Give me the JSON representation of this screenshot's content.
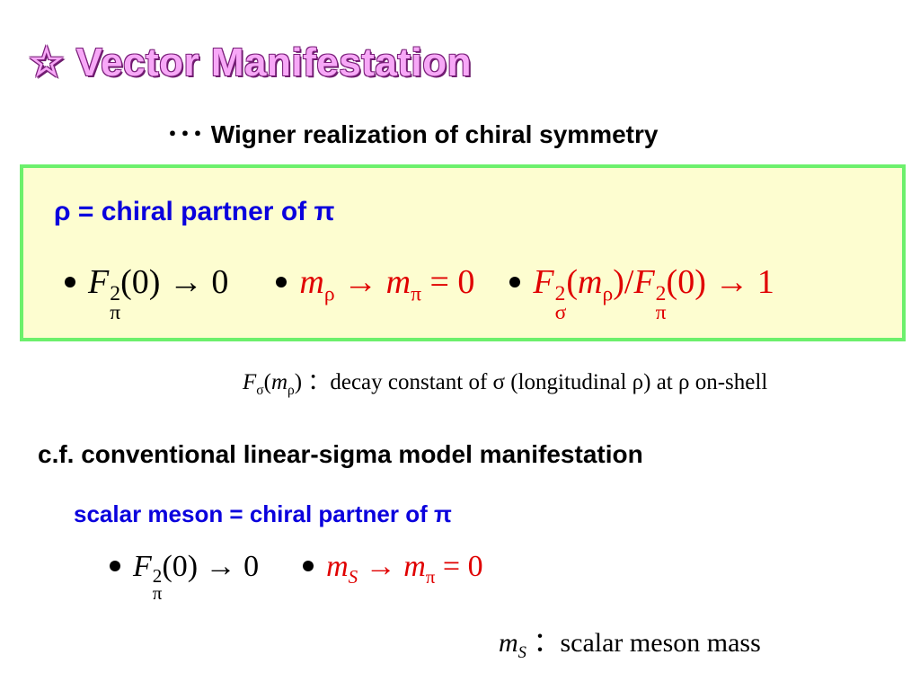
{
  "slide": {
    "title": "☆ Vector Manifestation",
    "subtitle": "･･･ Wigner realization of chiral symmetry"
  },
  "box": {
    "heading": "ρ = chiral partner of π",
    "formulas": {
      "f1_base": "F",
      "f1_sup": "2",
      "f1_sub": "π",
      "f1_rest": "(0) → 0",
      "f2_m1": "m",
      "f2_sub1": "ρ",
      "f2_mid": " → ",
      "f2_m2": "m",
      "f2_sub2": "π",
      "f2_rest": " = 0",
      "f3_base": "F",
      "f3_sup": "2",
      "f3_sub": "σ",
      "f3_mid1": "(",
      "f3_m": "m",
      "f3_msub": "ρ",
      "f3_mid2": ")/",
      "f3_base2": "F",
      "f3_sup2": "2",
      "f3_sub2": "π",
      "f3_rest": "(0) → 1"
    }
  },
  "note": {
    "f_base": "F",
    "f_sub": "σ",
    "m": "m",
    "m_sub": "ρ",
    "text": " ：decay constant of σ (longitudinal ρ) at ρ on-shell"
  },
  "cf": {
    "text": "c.f.  conventional linear-sigma model manifestation",
    "scalar_heading": "scalar meson = chiral partner of π",
    "formulas": {
      "f1_base": "F",
      "f1_sup": "2",
      "f1_sub": "π",
      "f1_rest": "(0) → 0",
      "f2_m1": "m",
      "f2_sub1": "S",
      "f2_mid": " → ",
      "f2_m2": "m",
      "f2_sub2": "π",
      "f2_rest": " = 0"
    },
    "ms_note": {
      "m": "m",
      "sub": "S",
      "text": " ：scalar meson mass"
    }
  },
  "colors": {
    "title_fill": "#f7a8f7",
    "title_outline": "#7a1f7a",
    "box_border": "#6cf06c",
    "box_fill": "#fdfdd0",
    "blue_text": "#0a00dd",
    "red_text": "#e00000"
  }
}
